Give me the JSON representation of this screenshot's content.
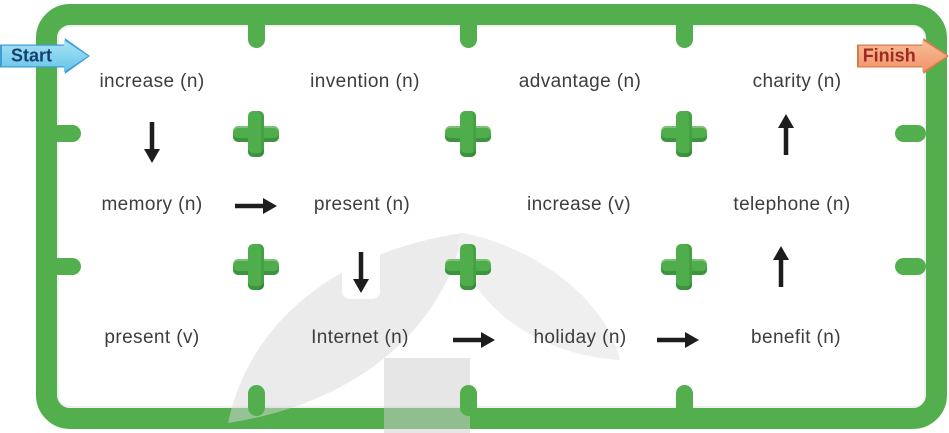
{
  "board": {
    "start_label": "Start",
    "finish_label": "Finish"
  },
  "grid": {
    "rows": [
      {
        "cells": [
          "increase (n)",
          "invention (n)",
          "advantage (n)",
          "charity (n)"
        ]
      },
      {
        "cells": [
          "memory (n)",
          "present (n)",
          "increase (v)",
          "telephone (n)"
        ]
      },
      {
        "cells": [
          "present (v)",
          "Internet (n)",
          "holiday (n)",
          "benefit (n)"
        ]
      }
    ]
  },
  "path_arrows": [
    {
      "icon": "arrow-down-icon",
      "from": "increase (n)",
      "to": "memory (n)"
    },
    {
      "icon": "arrow-right-icon",
      "from": "memory (n)",
      "to": "present (n)"
    },
    {
      "icon": "arrow-down-icon",
      "from": "present (n)",
      "to": "Internet (n)"
    },
    {
      "icon": "arrow-right-icon",
      "from": "Internet (n)",
      "to": "holiday (n)"
    },
    {
      "icon": "arrow-right-icon",
      "from": "holiday (n)",
      "to": "benefit (n)"
    },
    {
      "icon": "arrow-up-icon",
      "from": "benefit (n)",
      "to": "telephone (n)"
    },
    {
      "icon": "arrow-up-icon",
      "from": "telephone (n)",
      "to": "charity (n)"
    }
  ],
  "icons": {
    "plus": {
      "name": "plus-icon",
      "count": 6
    },
    "watermark": "leaf-watermark-icon"
  },
  "colors": {
    "frame_green": "#53ae4e",
    "plus_green": "#4fae4b",
    "start_fill": "#7fd0ee",
    "start_border": "#3f9fd4",
    "start_text": "#16406f",
    "finish_fill": "#f5a97e",
    "finish_border": "#d97a4c",
    "finish_text": "#9e2a20",
    "word_text": "#3d3d3d",
    "arrow_black": "#1d1d1d"
  }
}
